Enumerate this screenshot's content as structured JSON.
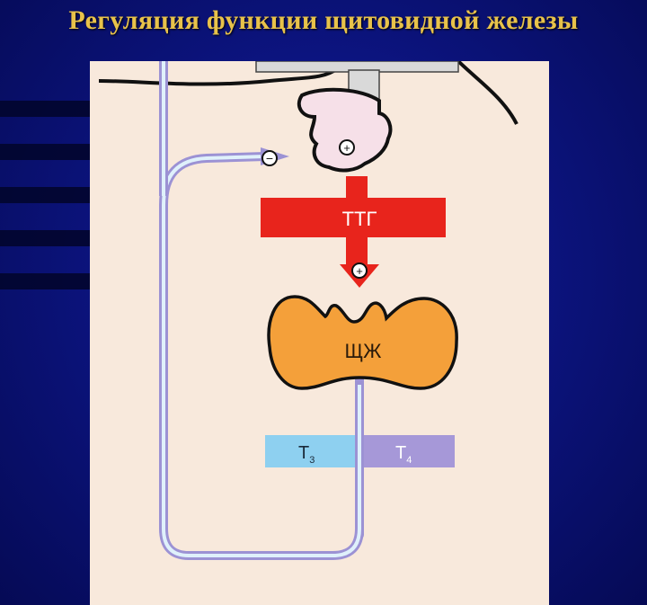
{
  "slide": {
    "title": "Регуляция функции щитовидной железы"
  },
  "diagram": {
    "hormone_top": "ТТГ",
    "gland": "ЩЖ",
    "hormone_left": "Т",
    "hormone_left_sub": "3",
    "hormone_right": "Т",
    "hormone_right_sub": "4",
    "sign_plus": "⊕",
    "sign_minus": "⊖"
  },
  "colors": {
    "background": "#0c1480",
    "title": "#e8c24a",
    "panel": "#f8e9dc",
    "ttg": "#e8241c",
    "gland": "#f4a03a",
    "t3": "#8ed0f0",
    "t4": "#a698d8",
    "feedback_line": "#8ec8ee"
  }
}
